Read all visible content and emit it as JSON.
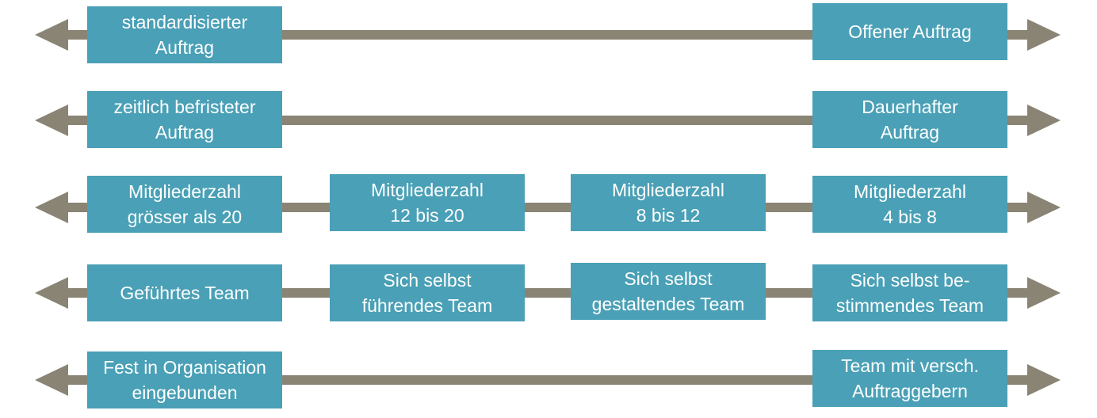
{
  "colors": {
    "arrow": "#8a8475",
    "box": "#4aa0b6",
    "text": "#ffffff"
  },
  "rows": [
    {
      "boxes": [
        {
          "text": "standardisierter\nAuftrag"
        },
        {
          "text": "Offener Auftrag"
        }
      ]
    },
    {
      "boxes": [
        {
          "text": "zeitlich befristeter\nAuftrag"
        },
        {
          "text": "Dauerhafter\nAuftrag"
        }
      ]
    },
    {
      "boxes": [
        {
          "text": "Mitgliederzahl\ngrösser als 20"
        },
        {
          "text": "Mitgliederzahl\n12 bis 20"
        },
        {
          "text": "Mitgliederzahl\n8 bis 12"
        },
        {
          "text": "Mitgliederzahl\n4 bis 8"
        }
      ]
    },
    {
      "boxes": [
        {
          "text": "Geführtes Team"
        },
        {
          "text": "Sich selbst\nführendes Team"
        },
        {
          "text": "Sich selbst\ngestaltendes Team"
        },
        {
          "text": "Sich selbst be-\nstimmendes Team"
        }
      ]
    },
    {
      "boxes": [
        {
          "text": "Fest in Organisation\neingebunden"
        },
        {
          "text": "Team mit versch.\nAuftraggebern"
        }
      ]
    }
  ]
}
